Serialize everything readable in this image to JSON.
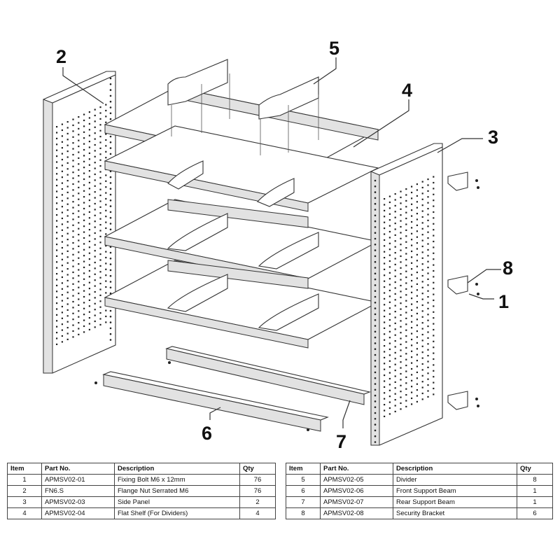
{
  "callouts": [
    "1",
    "2",
    "3",
    "4",
    "5",
    "6",
    "7",
    "8"
  ],
  "table_headers": {
    "item": "Item",
    "part_no": "Part No.",
    "description": "Description",
    "qty": "Qty"
  },
  "parts_left": [
    {
      "item": "1",
      "part_no": "APMSV02-01",
      "description": "Fixing Bolt M6 x 12mm",
      "qty": "76"
    },
    {
      "item": "2",
      "part_no": "FN6.S",
      "description": "Flange Nut Serrated M6",
      "qty": "76"
    },
    {
      "item": "3",
      "part_no": "APMSV02-03",
      "description": "Side Panel",
      "qty": "2"
    },
    {
      "item": "4",
      "part_no": "APMSV02-04",
      "description": "Flat Shelf (For Dividers)",
      "qty": "4"
    }
  ],
  "parts_right": [
    {
      "item": "5",
      "part_no": "APMSV02-05",
      "description": "Divider",
      "qty": "8"
    },
    {
      "item": "6",
      "part_no": "APMSV02-06",
      "description": "Front Support Beam",
      "qty": "1"
    },
    {
      "item": "7",
      "part_no": "APMSV02-07",
      "description": "Rear Support Beam",
      "qty": "1"
    },
    {
      "item": "8",
      "part_no": "APMSV02-08",
      "description": "Security Bracket",
      "qty": "6"
    }
  ]
}
